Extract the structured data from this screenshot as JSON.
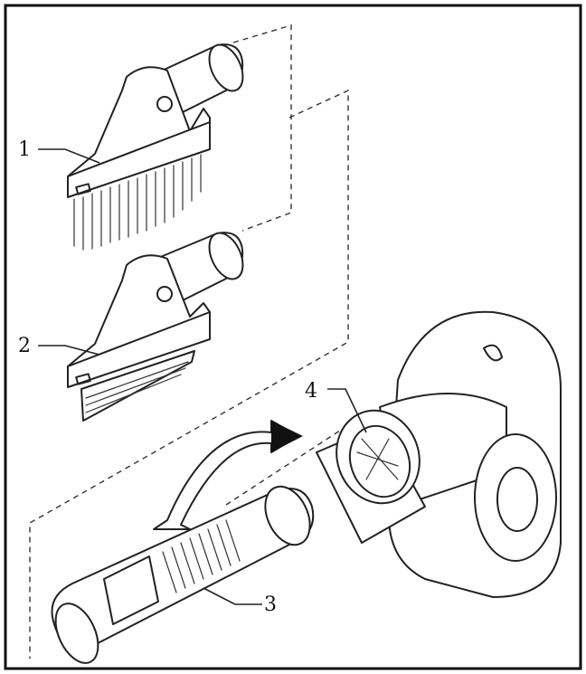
{
  "callouts": [
    {
      "label": "1"
    },
    {
      "label": "2"
    },
    {
      "label": "3"
    },
    {
      "label": "4"
    }
  ],
  "icons": {
    "brush_nozzle": "brush-nozzle-icon",
    "squeegee_nozzle": "squeegee-nozzle-icon",
    "extension_nozzle": "extension-nozzle-icon",
    "blower_outlet": "blower-outlet-icon",
    "rotation_arrow": "curved-arrow-icon"
  }
}
